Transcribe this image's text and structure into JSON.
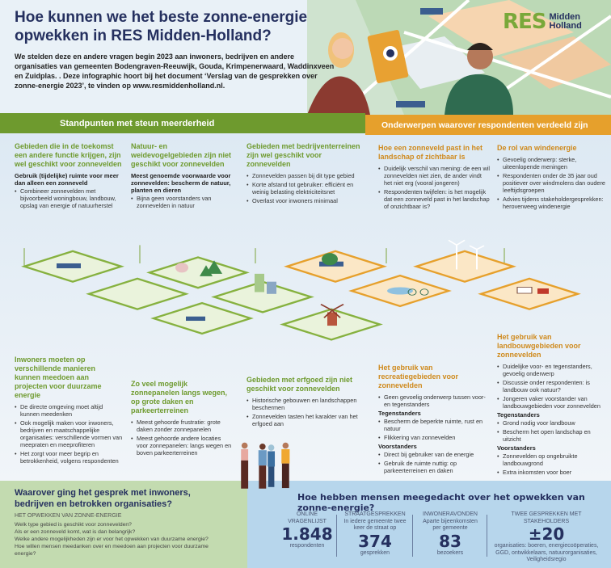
{
  "header": {
    "title": "Hoe kunnen we het beste zonne-energie opwekken in RES Midden-Holland?",
    "intro": "We stelden deze en andere vragen begin 2023 aan inwoners, bedrijven en andere organisaties van gemeenten Bodengraven-Reeuwijk, Gouda, Krimpenerwaard, Waddinxveen en Zuidplas. . Deze infographic hoort bij het document ‘Verslag van de gesprekken over zonne-energie 2023’, te vinden op www.resmiddenholland.nl.",
    "logo_res": "RES",
    "logo_line1": "Midden",
    "logo_line2": "Holland"
  },
  "colors": {
    "green": "#6e9a2e",
    "orange": "#e6a02c",
    "navy": "#25305f"
  },
  "bars": {
    "green": "Standpunten met steun meerderheid",
    "orange": "Onderwerpen waarover respondenten verdeeld zijn"
  },
  "top": [
    {
      "title": "Gebieden die in de toekomst een andere functie krijgen, zijn wel geschikt voor zonnevelden",
      "sub": "Gebruik (tijdelijke) ruimte voor meer dan alleen een zonneveld",
      "items": [
        "Combineer zonnevelden met bijvoorbeeld woningbouw, landbouw, opslag van energie of natuurherstel"
      ]
    },
    {
      "title": "Natuur- en weidevogelgebieden zijn niet geschikt voor zonnevelden",
      "sub": "Meest genoemde voorwaarde voor zonnevelden: bescherm de natuur, planten en dieren",
      "items": [
        "Bijna geen voorstanders van zonnevelden in natuur"
      ]
    },
    {
      "title": "Gebieden met bedrijventerreinen zijn wel geschikt voor zonnevelden",
      "items": [
        "Zonnevelden passen bij dit type gebied",
        "Korte afstand tot gebruiker: efficiënt en weinig belasting elektriciteitsnet",
        "Overlast voor inwoners minimaal"
      ]
    },
    {
      "title": "Hoe een zonneveld past in het landschap of zichtbaar is",
      "items": [
        "Duidelijk verschil van mening: de een wil zonnevelden niet zien, de ander vindt het niet erg (vooral jongeren)",
        "Respondenten twijfelen: is het mogelijk dat een zonneveld past in het landschap of onzichtbaar is?"
      ]
    },
    {
      "title": "De rol van windenergie",
      "items": [
        "Gevoelig onderwerp: sterke, uiteenlopende meningen",
        "Respondenten onder de 35 jaar oud positiever over windmolens dan oudere leeftijdsgroepen",
        "Advies tijdens stakeholdergesprekken: heroverweeg windenergie"
      ]
    }
  ],
  "bottom": [
    {
      "title": "Inwoners moeten op verschillende manieren kunnen meedoen aan projecten voor duurzame energie",
      "items": [
        "De directe omgeving moet altijd kunnen meedenken",
        "Ook mogelijk maken voor inwoners, bedrijven en maatschappelijke organisaties: verschillende vormen van meepraten en meeprofiteren",
        "Het zorgt voor meer begrip en betrokkenheid, volgens respondenten"
      ]
    },
    {
      "title": "Zo veel mogelijk zonnepanelen langs wegen, op grote daken en parkeerterreinen",
      "items": [
        "Meest gehoorde frustratie: grote daken zonder zonnepanelen",
        "Meest gehoorde andere locaties voor zonnepanelen: langs wegen en boven parkeerterreinen"
      ]
    },
    {
      "title": "Gebieden met erfgoed zijn niet geschikt voor zonnevelden",
      "items": [
        "Historische gebouwen en landschappen beschermen",
        "Zonnevelden tasten het karakter van het erfgoed aan"
      ]
    },
    {
      "title": "Het gebruik van recreatiegebieden voor zonnevelden",
      "items": [
        "Geen gevoelig onderwerp tussen voor- en tegenstanders"
      ],
      "against_label": "Tegenstanders",
      "against": [
        "Bescherm de beperkte ruimte, rust en natuur",
        "Flikkering van zonnevelden"
      ],
      "for_label": "Voorstanders",
      "for": [
        "Direct bij gebruiker van de energie",
        "Gebruik de ruimte nuttig: op parkeerterreinen en daken"
      ]
    },
    {
      "title": "Het gebruik van landbouwgebieden voor zonnevelden",
      "items": [
        "Duidelijke voor- en tegenstanders, gevoelig onderwerp",
        "Discussie onder respondenten: is landbouw ook natuur?",
        "Jongeren vaker voorstander van landbouwgebieden voor zonnevelden"
      ],
      "against_label": "Tegenstanders",
      "against": [
        "Grond nodig voor landbouw",
        "Bescherm het open landschap en uitzicht"
      ],
      "for_label": "Voorstanders",
      "for": [
        "Zonnevelden op ongebruikte landbouwgrond",
        "Extra inkomsten voor boer"
      ]
    }
  ],
  "topics": {
    "title": "Waarover ging het gesprek met inwoners, bedrijven en betrokken organisaties?",
    "caption": "HET OPWEKKEN VAN ZONNE-ENERGIE",
    "items": [
      "Welk type gebied is geschikt voor zonnevelden?",
      "Als er een zonneveld komt, wat is dan belangrijk?",
      "Welke andere mogelijkheden zijn er voor het opwekken van duurzame energie?",
      "Hoe willen mensen meedanken over en meedoen aan projecten voor duurzame energie?"
    ]
  },
  "stats": {
    "title": "Hoe hebben mensen meegedacht over het opwekken van zonne-energie?",
    "items": [
      {
        "label": "ONLINE VRAGENLIJST",
        "desc": "",
        "value": "1.848",
        "unit": "respondenten"
      },
      {
        "label": "STRAATGESPREKKEN",
        "desc": "In iedere gemeente twee keer de straat op",
        "value": "374",
        "unit": "gesprekken"
      },
      {
        "label": "INWONERAVONDEN",
        "desc": "Aparte bijeenkomsten per gemeente",
        "value": "83",
        "unit": "bezoekers"
      },
      {
        "label": "TWEE GESPREKKEN MET STAKEHOLDERS",
        "desc": "",
        "value": "±20",
        "unit": "organisaties: boeren, energiecoöperaties, GGD, ontwikkelaars, natuurorganisaties, Veiligheidsregio"
      }
    ]
  }
}
